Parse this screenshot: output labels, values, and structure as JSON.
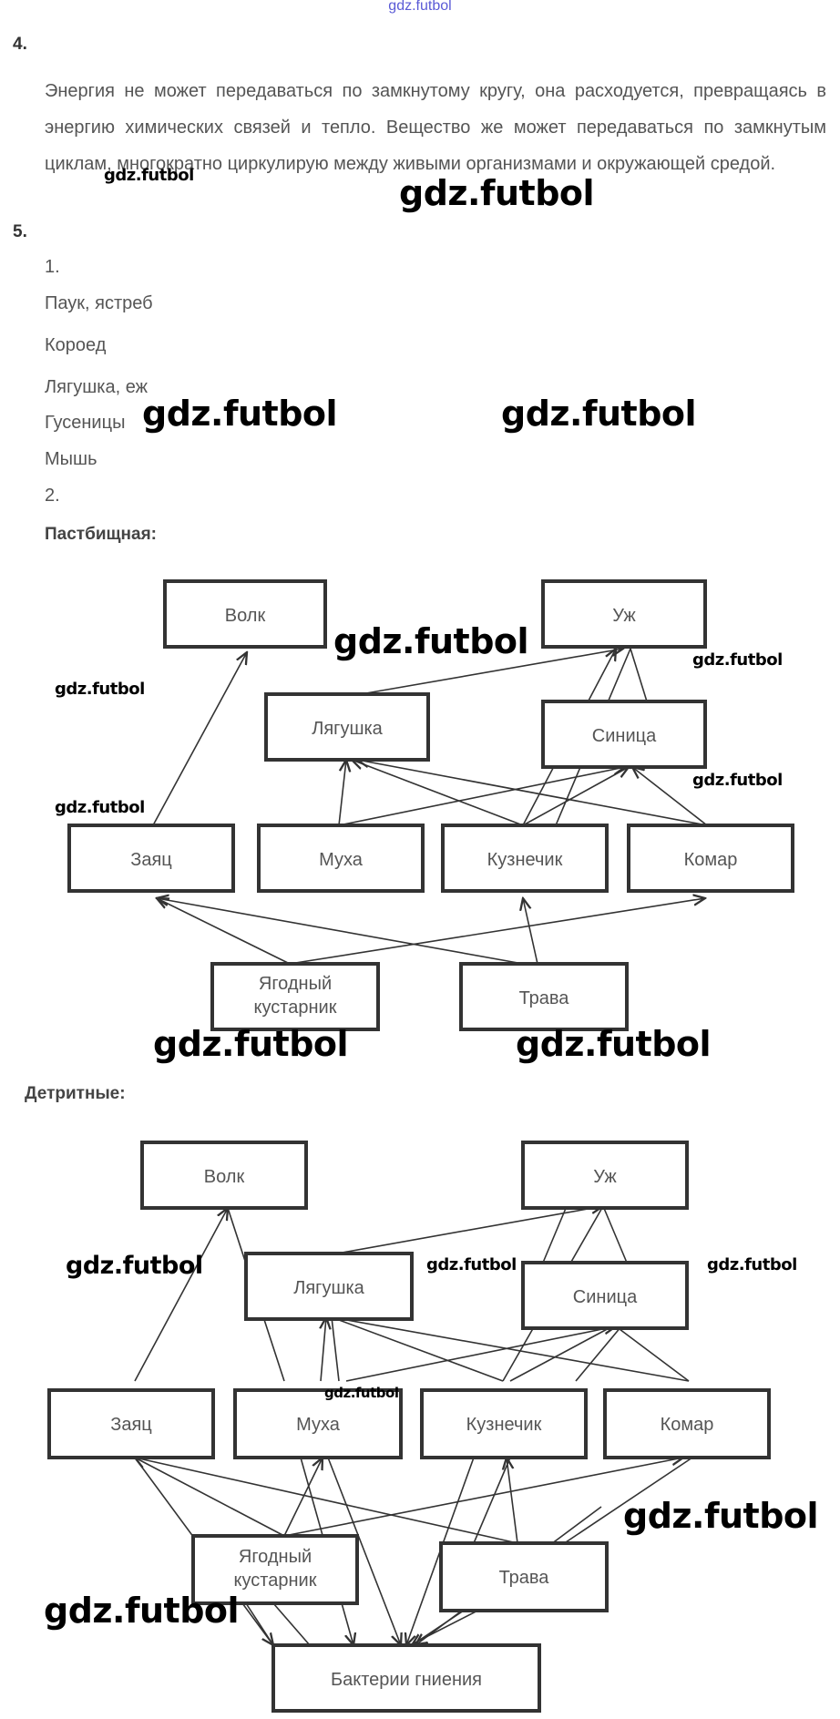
{
  "site_link": "gdz.futbol",
  "task4": {
    "number": "4.",
    "text": "Энергия не может передаваться по замкнутому кругу, она расходуется, превращаясь в энергию химических связей и тепло. Вещество же может передаваться по замкнутым циклам, многократно циркулирую между живыми организмами и окружающей средой."
  },
  "task5": {
    "number": "5.",
    "sub1": "1.",
    "answers": [
      "Паук, ястреб",
      "Короед",
      "Лягушка, еж",
      "Гусеницы",
      "Мышь"
    ],
    "sub2": "2.",
    "grazing_title": "Пастбищная:",
    "detrital_title": "Детритные:"
  },
  "grazing_chain": {
    "nodes": [
      {
        "id": "wolf",
        "label": "Волк"
      },
      {
        "id": "snake",
        "label": "Уж"
      },
      {
        "id": "frog",
        "label": "Лягушка"
      },
      {
        "id": "tit",
        "label": "Синица"
      },
      {
        "id": "hare",
        "label": "Заяц"
      },
      {
        "id": "fly",
        "label": "Муха"
      },
      {
        "id": "grasshopper",
        "label": "Кузнечик"
      },
      {
        "id": "mosquito",
        "label": "Комар"
      },
      {
        "id": "shrub",
        "label": "Ягодный кустарник"
      },
      {
        "id": "grass",
        "label": "Трава"
      }
    ]
  },
  "detrital_chain": {
    "nodes": [
      {
        "id": "wolf",
        "label": "Волк"
      },
      {
        "id": "snake",
        "label": "Уж"
      },
      {
        "id": "frog",
        "label": "Лягушка"
      },
      {
        "id": "tit",
        "label": "Синица"
      },
      {
        "id": "hare",
        "label": "Заяц"
      },
      {
        "id": "fly",
        "label": "Муха"
      },
      {
        "id": "grasshopper",
        "label": "Кузнечик"
      },
      {
        "id": "mosquito",
        "label": "Комар"
      },
      {
        "id": "shrub",
        "label": "Ягодный кустарник"
      },
      {
        "id": "grass",
        "label": "Трава"
      },
      {
        "id": "bacteria",
        "label": "Бактерии гниения"
      }
    ]
  },
  "watermark": "gdz.futbol"
}
